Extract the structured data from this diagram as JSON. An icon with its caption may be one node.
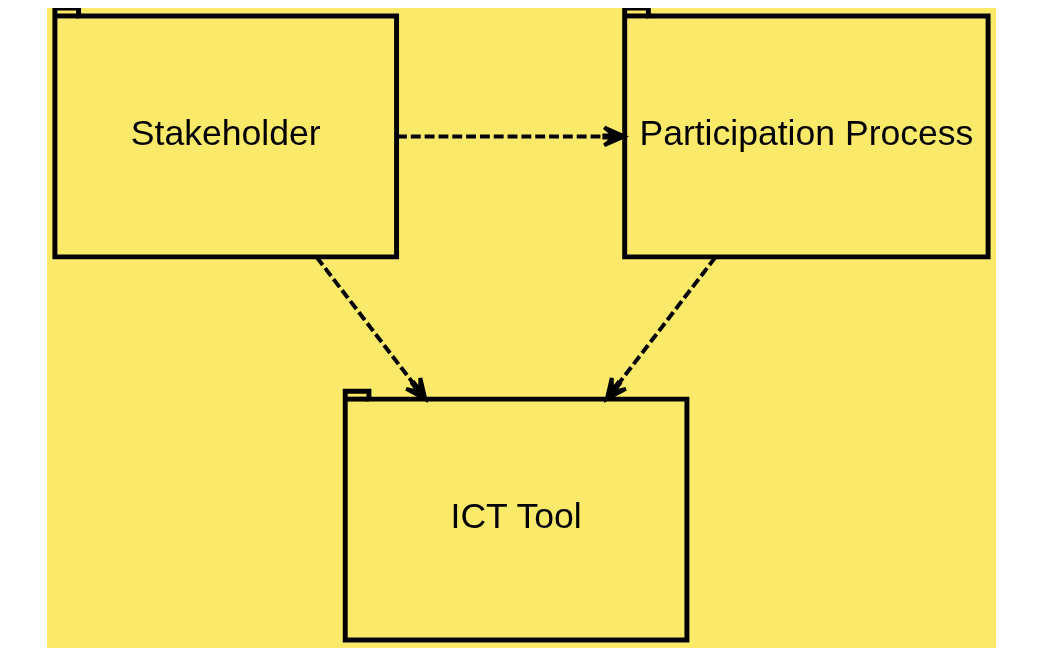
{
  "diagram": {
    "nodes": [
      {
        "text": [
          "Stakeholder"
        ]
      },
      {
        "text": [
          "Participation Process"
        ]
      },
      {
        "text": [
          "ICT Tool"
        ]
      }
    ],
    "edges": [
      {
        "from": 0,
        "to": 1,
        "arrow": "to",
        "style": "dashed"
      },
      {
        "from": 0,
        "to": 2,
        "arrow": "to",
        "style": "dashed"
      },
      {
        "from": 1,
        "to": 2,
        "arrow": "to",
        "style": "dashed"
      }
    ]
  }
}
